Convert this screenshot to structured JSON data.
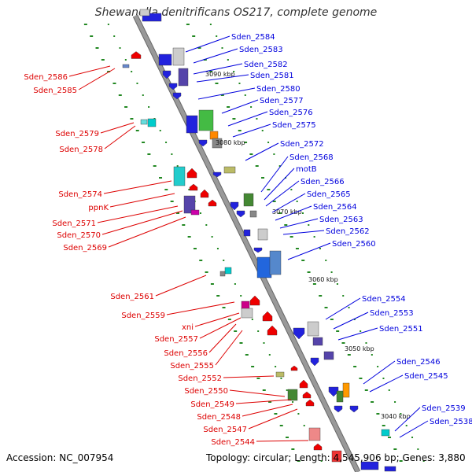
{
  "title": "Shewanella denitrificans OS217, complete genome",
  "accession": "Accession: NC_007954",
  "topology": "Topology: circular; Length: 4,545,906 bp; Genes: 3,880",
  "colors": {
    "left_label": "#dd0000",
    "right_label": "#0000dd",
    "backbone": "#999999",
    "tick": "#228822"
  },
  "scale_labels": [
    "3090 kbp",
    "3080 kbp",
    "3070 kbp",
    "3060 kbp",
    "3050 kbp",
    "3040 kbp"
  ],
  "left_labels": [
    "Sden_2586",
    "Sden_2585",
    "Sden_2579",
    "Sden_2578",
    "Sden_2574",
    "ppnK",
    "Sden_2571",
    "Sden_2570",
    "Sden_2569",
    "Sden_2561",
    "Sden_2559",
    "xni",
    "Sden_2557",
    "Sden_2556",
    "Sden_2555",
    "Sden_2552",
    "Sden_2550",
    "Sden_2549",
    "Sden_2548",
    "Sden_2547",
    "Sden_2544"
  ],
  "right_labels": [
    "Sden_2584",
    "Sden_2583",
    "Sden_2582",
    "Sden_2581",
    "Sden_2580",
    "Sden_2577",
    "Sden_2576",
    "Sden_2575",
    "Sden_2572",
    "Sden_2568",
    "motB",
    "Sden_2566",
    "Sden_2565",
    "Sden_2564",
    "Sden_2563",
    "Sden_2562",
    "Sden_2560",
    "Sden_2554",
    "Sden_2553",
    "Sden_2551",
    "Sden_2546",
    "Sden_2545",
    "Sden_2539",
    "Sden_2538"
  ]
}
